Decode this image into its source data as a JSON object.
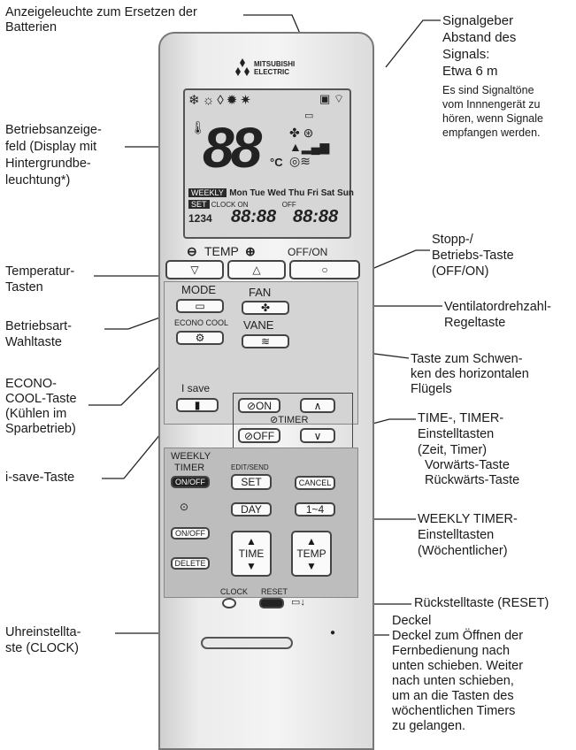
{
  "labels": {
    "battery": "Anzeigeleuchte zum Ersetzen der\nBatterien",
    "signal_title": "Signalgeber\nAbstand des\nSignals:\nEtwa 6 m",
    "signal_note": "Es sind Signaltöne\nvom Innnengerät zu\nhören, wenn Signale\nempfangen werden.",
    "display": "Betriebsanzeige-\nfeld (Display mit\nHintergrundbe-\nleuchtung*)",
    "stop": "Stopp-/\nBetriebs-Taste\n(OFF/ON)",
    "temp": "Temperatur-\nTasten",
    "fan": "Ventilatordrehzahl-\nRegeltaste",
    "mode": "Betriebsart-\nWahltaste",
    "vane": "Taste zum Schwen-\nken des horizontalen\nFlügels",
    "econo": "ECONO-\nCOOL-Taste\n(Kühlen im\nSparbetrieb)",
    "time": "TIME-, TIMER-\nEinstelltasten\n(Zeit, Timer)",
    "time_sub": "Vorwärts-Taste\nRückwärts-Taste",
    "isave": "i-save-Taste",
    "weekly": "WEEKLY TIMER-\nEinstelltasten\n(Wöchentlicher)",
    "reset": "Rückstelltaste (RESET)",
    "clock": "Uhreinstellta-\nste (CLOCK)",
    "cover": "Deckel\nDeckel zum Öffnen der\nFernbedienung nach\nunten schieben. Weiter\nnach unten schieben,\num an die Tasten des\nwöchentlichen Timers\nzu gelangen."
  },
  "remote": {
    "brand": "MITSUBISHI\nELECTRIC",
    "lcd_temp": "88",
    "lcd_unit": "°C",
    "weekly_badge": "WEEKLY",
    "days": "Mon Tue Wed Thu Fri Sat Sun",
    "set_badge": "SET",
    "clock_small": "CLOCK",
    "on_small": "ON",
    "off_small": "OFF",
    "prog": "1234",
    "time_left": "88:88",
    "time_right": "88:88",
    "temp_label": "TEMP",
    "offon_label": "OFF/ON",
    "mode": "MODE",
    "fan": "FAN",
    "econo_cool": "ECONO COOL",
    "vane": "VANE",
    "isave": "I save",
    "on": "ON",
    "timer": "TIMER",
    "off": "OFF",
    "weekly": "WEEKLY",
    "timer2": "TIMER",
    "onoff": "ON/OFF",
    "editsend": "EDIT/SEND",
    "set": "SET",
    "cancel": "CANCEL",
    "day": "DAY",
    "range": "1~4",
    "onoff2": "ON/OFF",
    "delete": "DELETE",
    "time": "TIME",
    "temp": "TEMP",
    "clock": "CLOCK",
    "reset": "RESET"
  }
}
